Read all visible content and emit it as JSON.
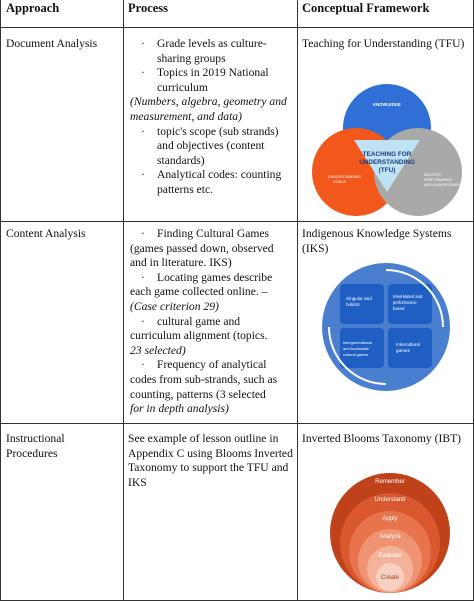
{
  "headers": {
    "approach": "Approach",
    "process": "Process",
    "framework": "Conceptual Framework"
  },
  "rows": [
    {
      "approach": "Document Analysis",
      "process": {
        "b1_l1": "Grade levels as culture-",
        "b1_l2": "sharing groups",
        "b2_l1": "Topics in 2019  National",
        "b2_l2": "curriculum",
        "it_l1": "(Numbers, algebra, geometry and",
        "it_l2": "measurement, and data)",
        "b3_l1": "topic's scope (sub strands)",
        "b3_l2": "and objectives (content",
        "b3_l3": "standards)",
        "b4_l1": "Analytical codes: counting",
        "b4_l2": "patterns etc."
      },
      "framework": "Teaching for Understanding (TFU)",
      "diagram": {
        "center": "TEACHING FOR UNDERSTANDING (TFU)",
        "top": "KNOWLEDGE",
        "left": "UNDERSTANDING GOALS",
        "right": "MASTERY PERFORMANCE AND UNDERSTANDING",
        "colors": {
          "top": "#2f6fd6",
          "left": "#f2571c",
          "right": "#a9a9a9",
          "center": "#bfe3f5"
        }
      }
    },
    {
      "approach": "Content Analysis",
      "process": {
        "b1_l1": "Finding Cultural Games",
        "b1_l2": "(games passed down, observed",
        "b1_l3": "and in literature. IKS)",
        "b2_l1": "Locating games describe",
        "b2_l2": "each game collected online. –",
        "b2_l3": "(Case criterion 29)",
        "b3_l1": "cultural game and",
        "b3_l2": "curriculum alignment (topics.",
        "b3_l3": "23 selected)",
        "b4_l1": "Frequency of analytical",
        "b4_l2": "codes from sub-strands, such as",
        "b4_l3": "counting, patterns (3 selected",
        "b4_l4": "for in depth analysis)"
      },
      "framework": "Indigenous Knowledge Systems (IKS)",
      "diagram": {
        "tl": "Singular and holistic",
        "tr": "Interrelated and performance-based",
        "bl": "Intergenerational and Accessible cultural games",
        "br": "Intercultural games",
        "colors": {
          "bg": "#4a7fd0",
          "tile": "#1f5fc4"
        }
      }
    },
    {
      "approach": "Instructional Procedures",
      "process": {
        "l1": "See example of lesson outline in",
        "l2": "Appendix C using Blooms Inverted",
        "l3": "Taxonomy to support the TFU and",
        "l4": "IKS"
      },
      "framework": "Inverted Blooms Taxonomy (IBT)",
      "diagram": {
        "levels": [
          "Remember",
          "Understand",
          "Apply",
          "Analyze",
          "Evaluate",
          "Create"
        ],
        "colors": [
          "#c0421a",
          "#d9582e",
          "#e8744d",
          "#ef9373",
          "#f4b29a",
          "#f8d0c1"
        ]
      }
    }
  ]
}
